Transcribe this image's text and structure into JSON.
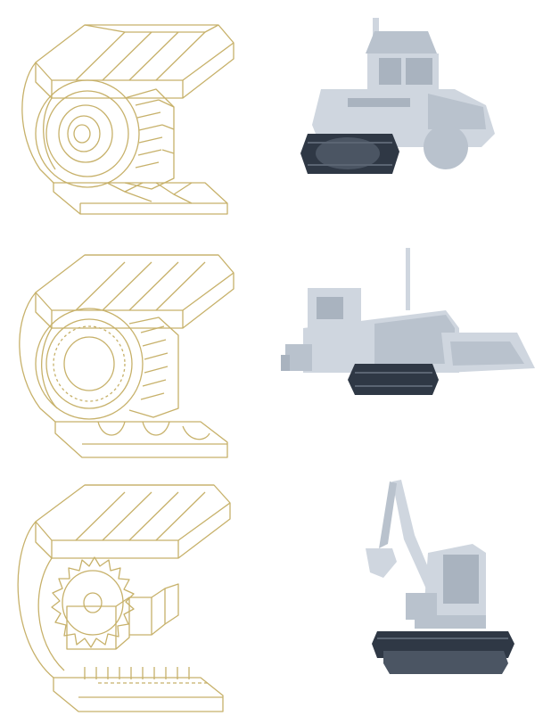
{
  "colors": {
    "outline": "#c7b16a",
    "machine_body": "#cfd6df",
    "machine_shadow": "#b9c2cd",
    "machine_detail": "#a9b3bf",
    "track_dark": "#2f3845",
    "track_mid": "#4b5563"
  },
  "rows": [
    {
      "track_type": "tire-wheel-drive",
      "machine": "tractor-icon"
    },
    {
      "track_type": "hub-wheel-drive",
      "machine": "paver-icon"
    },
    {
      "track_type": "sprocket-drive",
      "machine": "excavator-icon"
    }
  ]
}
